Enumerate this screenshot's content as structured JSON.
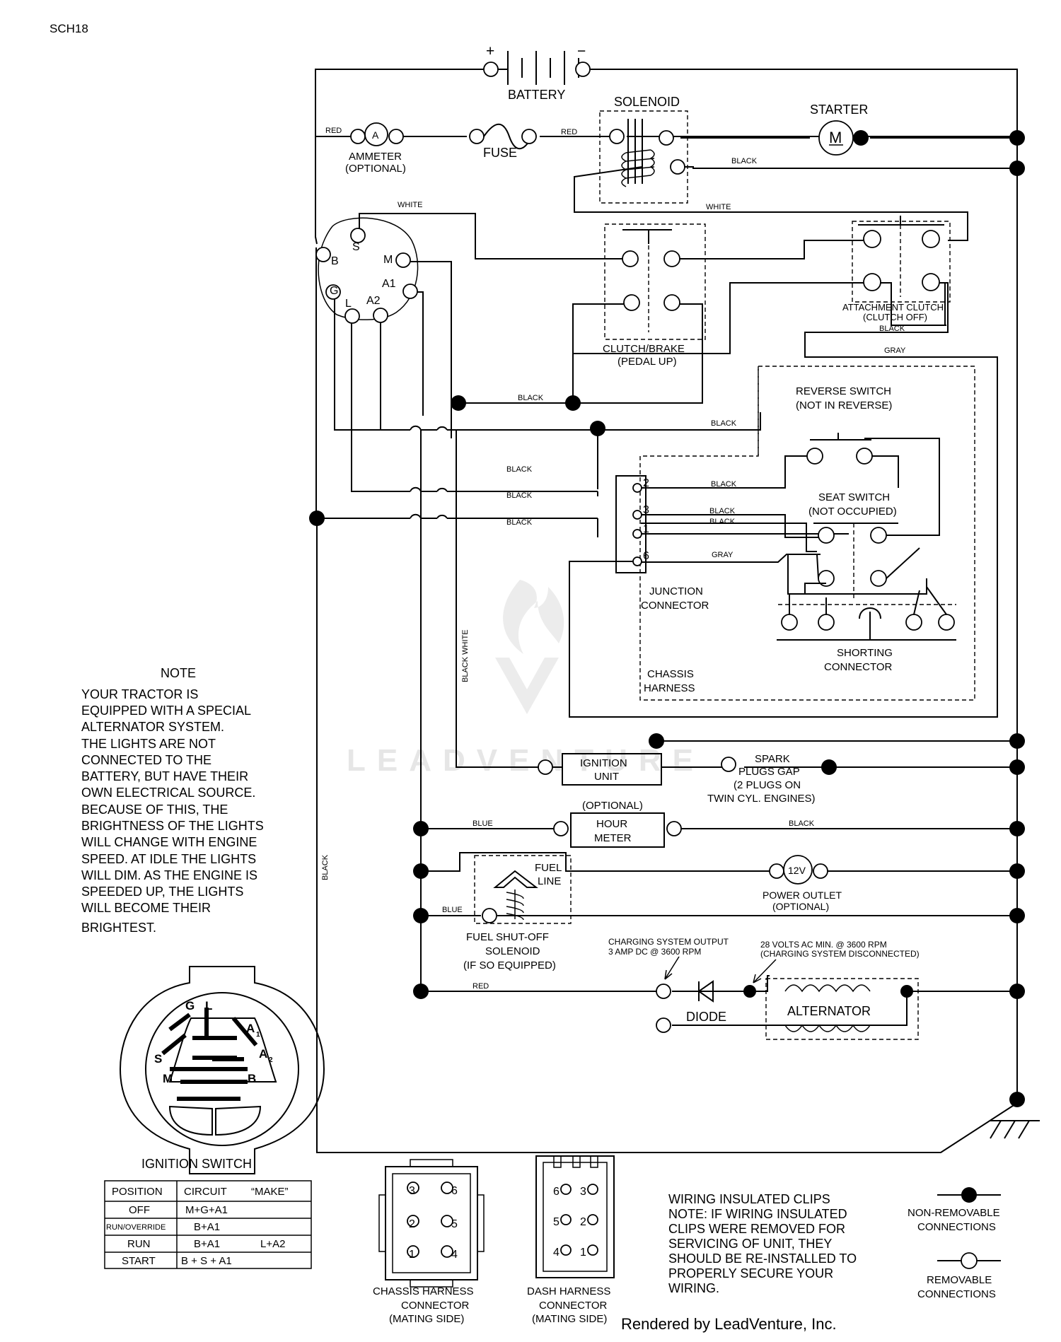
{
  "doc_code": "SCH18",
  "components": {
    "battery": {
      "label": "BATTERY",
      "plus": "+",
      "minus": "−"
    },
    "solenoid": "SOLENOID",
    "starter": {
      "label": "STARTER",
      "symbol": "M"
    },
    "ammeter": {
      "symbol": "A",
      "label1": "AMMETER",
      "label2": "(OPTIONAL)"
    },
    "fuse": "FUSE",
    "clutch_brake": {
      "line1": "CLUTCH/BRAKE",
      "line2": "(PEDAL UP)"
    },
    "attachment_clutch": {
      "line1": "ATTACHMENT CLUTCH",
      "line2": "(CLUTCH OFF)"
    },
    "reverse_switch": {
      "line1": "REVERSE SWITCH",
      "line2": "(NOT IN REVERSE)"
    },
    "seat_switch": {
      "line1": "SEAT SWITCH",
      "line2": "(NOT OCCUPIED)"
    },
    "junction_connector": {
      "line1": "JUNCTION",
      "line2": "CONNECTOR",
      "pins": [
        "2",
        "3",
        "1",
        "6"
      ]
    },
    "shorting_connector": {
      "line1": "SHORTING",
      "line2": "CONNECTOR"
    },
    "chassis_harness": {
      "line1": "CHASSIS",
      "line2": "HARNESS"
    },
    "ignition_unit": {
      "line1": "IGNITION",
      "line2": "UNIT"
    },
    "spark_plugs": {
      "line1": "SPARK",
      "line2": "PLUGS GAP",
      "line3": "(2 PLUGS ON",
      "line4": "TWIN CYL. ENGINES)"
    },
    "hour_meter": {
      "optional": "(OPTIONAL)",
      "line1": "HOUR",
      "line2": "METER"
    },
    "fuel_line": {
      "line1": "FUEL",
      "line2": "LINE"
    },
    "power_outlet": {
      "symbol": "12V",
      "line1": "POWER OUTLET",
      "line2": "(OPTIONAL)"
    },
    "fuel_shutoff": {
      "line1": "FUEL SHUT-OFF",
      "line2": "SOLENOID",
      "line3": "(IF SO EQUIPPED)"
    },
    "charging_output": {
      "line1": "CHARGING SYSTEM OUTPUT",
      "line2": "3 AMP DC @ 3600 RPM"
    },
    "charging_ac": {
      "line1": "28 VOLTS AC MIN. @ 3600 RPM",
      "line2": "(CHARGING SYSTEM DISCONNECTED)"
    },
    "diode": "DIODE",
    "alternator": "ALTERNATOR",
    "ignition_terminals": [
      "B",
      "S",
      "M",
      "A1",
      "G",
      "L",
      "A2"
    ]
  },
  "wire_labels": {
    "red": "RED",
    "black": "BLACK",
    "white": "WHITE",
    "gray": "GRAY",
    "blue": "BLUE",
    "blue_mixed": "BLUE",
    "black_white": "BLACK WHITE"
  },
  "note": {
    "title": "NOTE",
    "lines": [
      "YOUR TRACTOR IS",
      "EQUIPPED WITH A SPECIAL",
      "ALTERNATOR SYSTEM.",
      "THE LIGHTS ARE NOT",
      "CONNECTED TO THE",
      "BATTERY, BUT HAVE THEIR",
      "OWN ELECTRICAL SOURCE.",
      "BECAUSE OF THIS, THE",
      "BRIGHTNESS OF THE LIGHTS",
      "WILL CHANGE WITH ENGINE",
      "SPEED.  AT IDLE THE LIGHTS",
      "WILL DIM.  AS THE ENGINE IS",
      "SPEEDED UP, THE LIGHTS",
      "WILL BECOME THEIR",
      "BRIGHTEST."
    ]
  },
  "ignition_switch": {
    "title": "IGNITION SWITCH",
    "face_letters": [
      "G",
      "L",
      "A",
      "S",
      "A",
      "M",
      "B"
    ],
    "subscripts": [
      "1",
      "2"
    ],
    "table": {
      "headers": [
        "POSITION",
        "CIRCUIT",
        "“MAKE”"
      ],
      "rows": [
        {
          "position": "OFF",
          "circuit": "M+G+A1",
          "make2": ""
        },
        {
          "position": "RUN/OVERRIDE",
          "circuit": "B+A1",
          "make2": ""
        },
        {
          "position": "RUN",
          "circuit": "B+A1",
          "make2": "L+A2"
        },
        {
          "position": "START",
          "circuit": "B + S + A1",
          "make2": ""
        }
      ]
    }
  },
  "chassis_connector": {
    "line1": "CHASSIS HARNESS",
    "line2": "CONNECTOR",
    "line3": "(MATING SIDE)",
    "pins": [
      "3",
      "6",
      "2",
      "5",
      "1",
      "4"
    ]
  },
  "dash_connector": {
    "line1": "DASH HARNESS",
    "line2": "CONNECTOR",
    "line3": "(MATING SIDE)",
    "pins": [
      "6",
      "3",
      "5",
      "2",
      "4",
      "1"
    ]
  },
  "clips_note": [
    "WIRING INSULATED CLIPS",
    "NOTE: IF WIRING INSULATED",
    "CLIPS WERE REMOVED FOR",
    "SERVICING OF UNIT, THEY",
    "SHOULD BE RE-INSTALLED TO",
    "PROPERLY SECURE YOUR",
    "WIRING."
  ],
  "legend": {
    "non_removable": {
      "line1": "NON-REMOVABLE",
      "line2": "CONNECTIONS"
    },
    "removable": {
      "line1": "REMOVABLE",
      "line2": "CONNECTIONS"
    }
  },
  "watermark": "LEADVENTURE",
  "footer": "Rendered by LeadVenture, Inc."
}
